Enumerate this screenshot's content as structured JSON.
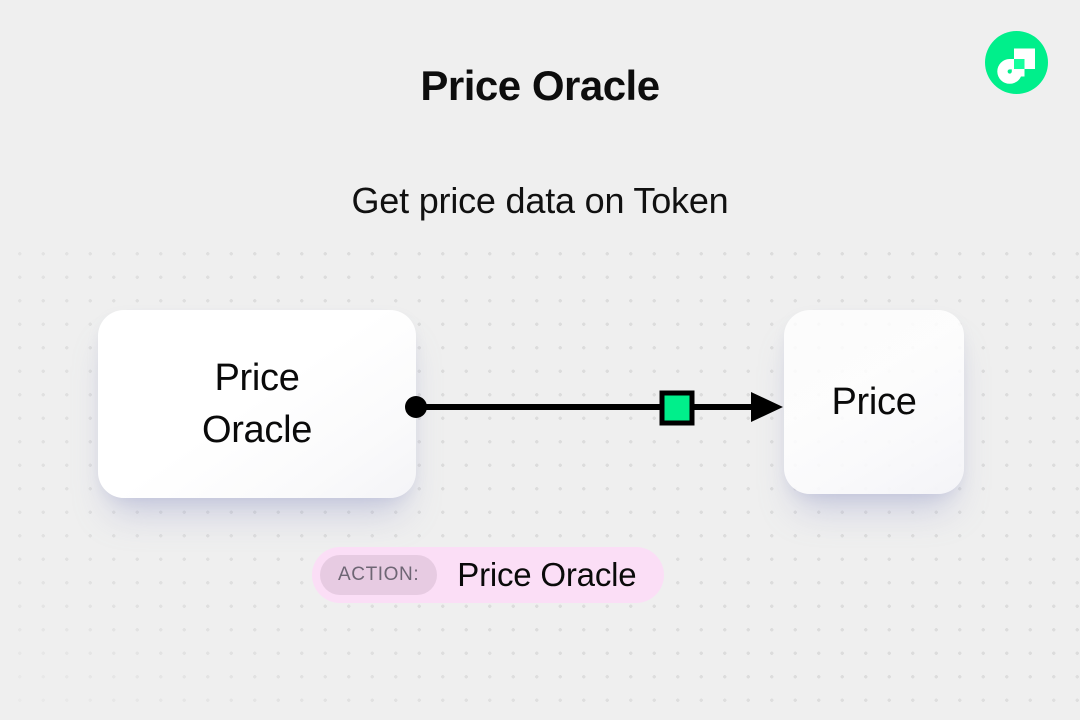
{
  "page": {
    "title": "Price Oracle",
    "subtitle": "Get price data on Token",
    "background_color": "#efefef"
  },
  "brand": {
    "name": "flow-logo",
    "circle_color": "#00ef8b",
    "mark_color": "#ffffff"
  },
  "diagram": {
    "source_node": {
      "label": "Price\nOracle",
      "icon": "output-port-dot"
    },
    "target_node": {
      "label": "Price"
    },
    "connector": {
      "line_color": "#000000",
      "start_dot_color": "#000000",
      "arrow_color": "#000000",
      "marker_color": "#00ef8b",
      "marker_border_color": "#000000",
      "marker_name": "green-square-marker"
    }
  },
  "action_badge": {
    "chip_label": "ACTION:",
    "value": "Price Oracle",
    "badge_color": "#fbdef6",
    "chip_color": "#e7cbe2",
    "chip_text_color": "#6e6674"
  }
}
